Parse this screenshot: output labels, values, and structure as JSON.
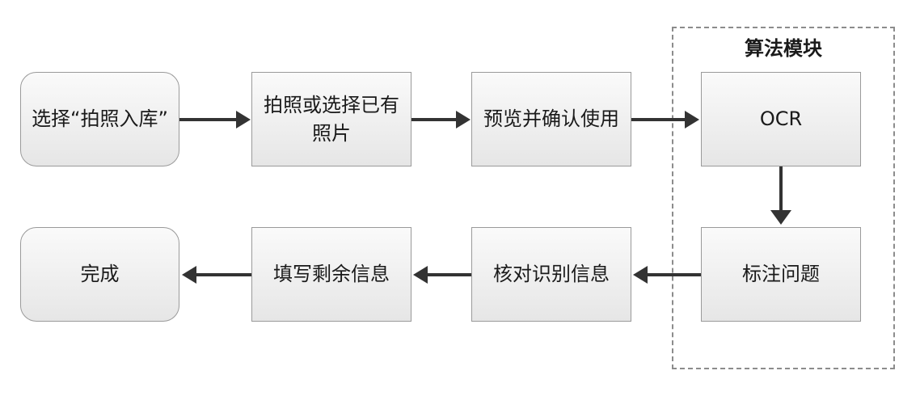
{
  "group": {
    "title": "算法模块"
  },
  "nodes": {
    "start": "选择“拍照入库”",
    "capture": "拍照或选择已有照片",
    "preview": "预览并确认使用",
    "ocr": "OCR",
    "annotate": "标注问题",
    "verify": "核对识别信息",
    "fill": "填写剩余信息",
    "done": "完成"
  },
  "edges": [
    {
      "from": "start",
      "to": "capture"
    },
    {
      "from": "capture",
      "to": "preview"
    },
    {
      "from": "preview",
      "to": "ocr"
    },
    {
      "from": "ocr",
      "to": "annotate"
    },
    {
      "from": "annotate",
      "to": "verify"
    },
    {
      "from": "verify",
      "to": "fill"
    },
    {
      "from": "fill",
      "to": "done"
    }
  ],
  "colors": {
    "border": "#9a9a9a",
    "fill_top": "#fafafa",
    "fill_bottom": "#e6e6e6",
    "arrow": "#333333",
    "group_border": "#8c8c8c"
  }
}
